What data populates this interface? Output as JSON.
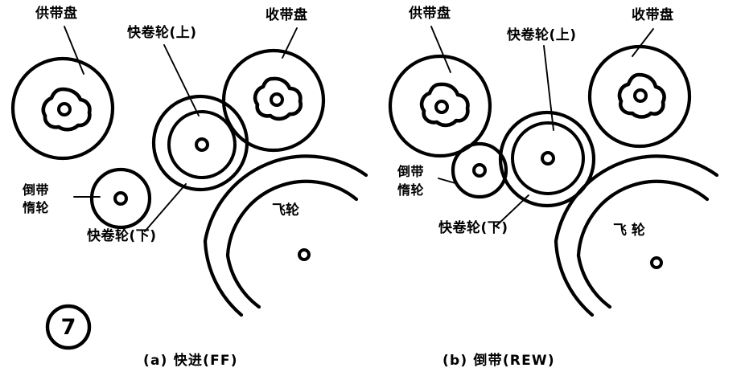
{
  "figure": {
    "number": "7",
    "panels": [
      {
        "id": "panel-a",
        "caption": "(a)  快进(FF)",
        "caption_mode_code": "FF",
        "labels": {
          "supply_reel": "供带盘",
          "takeup_reel": "收带盘",
          "fastwind_upper": "快卷轮(上)",
          "fastwind_lower": "快卷轮(下)",
          "idler_line1": "倒带",
          "idler_line2": "惰轮",
          "flywheel": "飞轮"
        }
      },
      {
        "id": "panel-b",
        "caption": "(b)  倒带(REW)",
        "caption_mode_code": "REW",
        "labels": {
          "supply_reel": "供带盘",
          "takeup_reel": "收带盘",
          "fastwind_upper": "快卷轮(上)",
          "fastwind_lower": "快卷轮(下)",
          "idler_line1": "倒带",
          "idler_line2": "惰轮",
          "flywheel": "飞  轮"
        }
      }
    ]
  },
  "colors": {
    "ink": "#000000",
    "paper": "#ffffff"
  }
}
